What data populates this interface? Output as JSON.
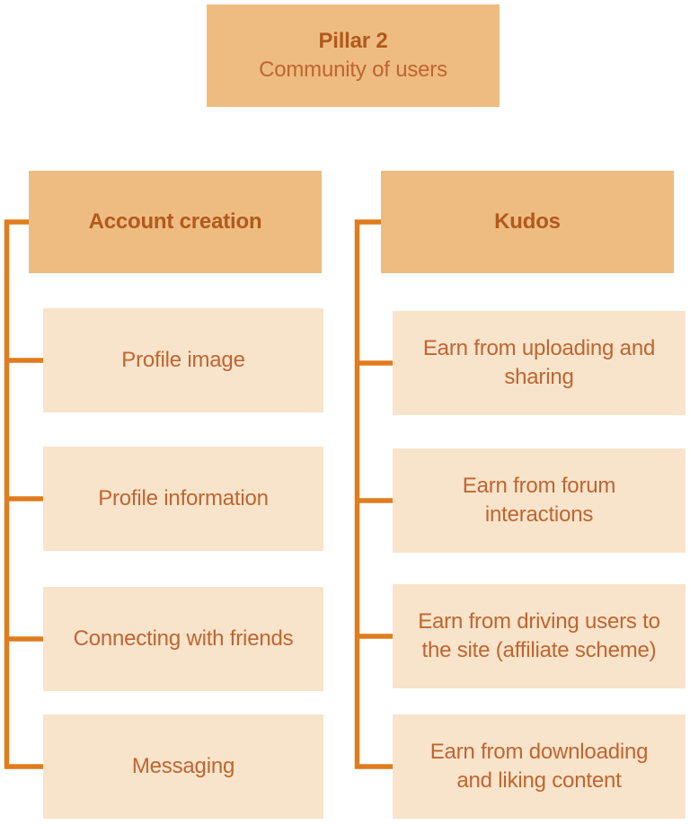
{
  "colors": {
    "background": "#ffffff",
    "header_fill": "#eebc81",
    "item_fill": "#f8e4ca",
    "connector": "#e07c1e",
    "header_text": "#b2591d",
    "item_text": "#bf6531"
  },
  "root": {
    "title": "Pillar 2",
    "subtitle": "Community of users"
  },
  "columns": [
    {
      "header": "Account creation",
      "items": [
        "Profile image",
        "Profile information",
        "Connecting with friends",
        "Messaging"
      ]
    },
    {
      "header": "Kudos",
      "items": [
        "Earn from uploading and sharing",
        "Earn from forum interactions",
        "Earn from driving users to the site (affiliate scheme)",
        "Earn from downloading and liking content"
      ]
    }
  ]
}
